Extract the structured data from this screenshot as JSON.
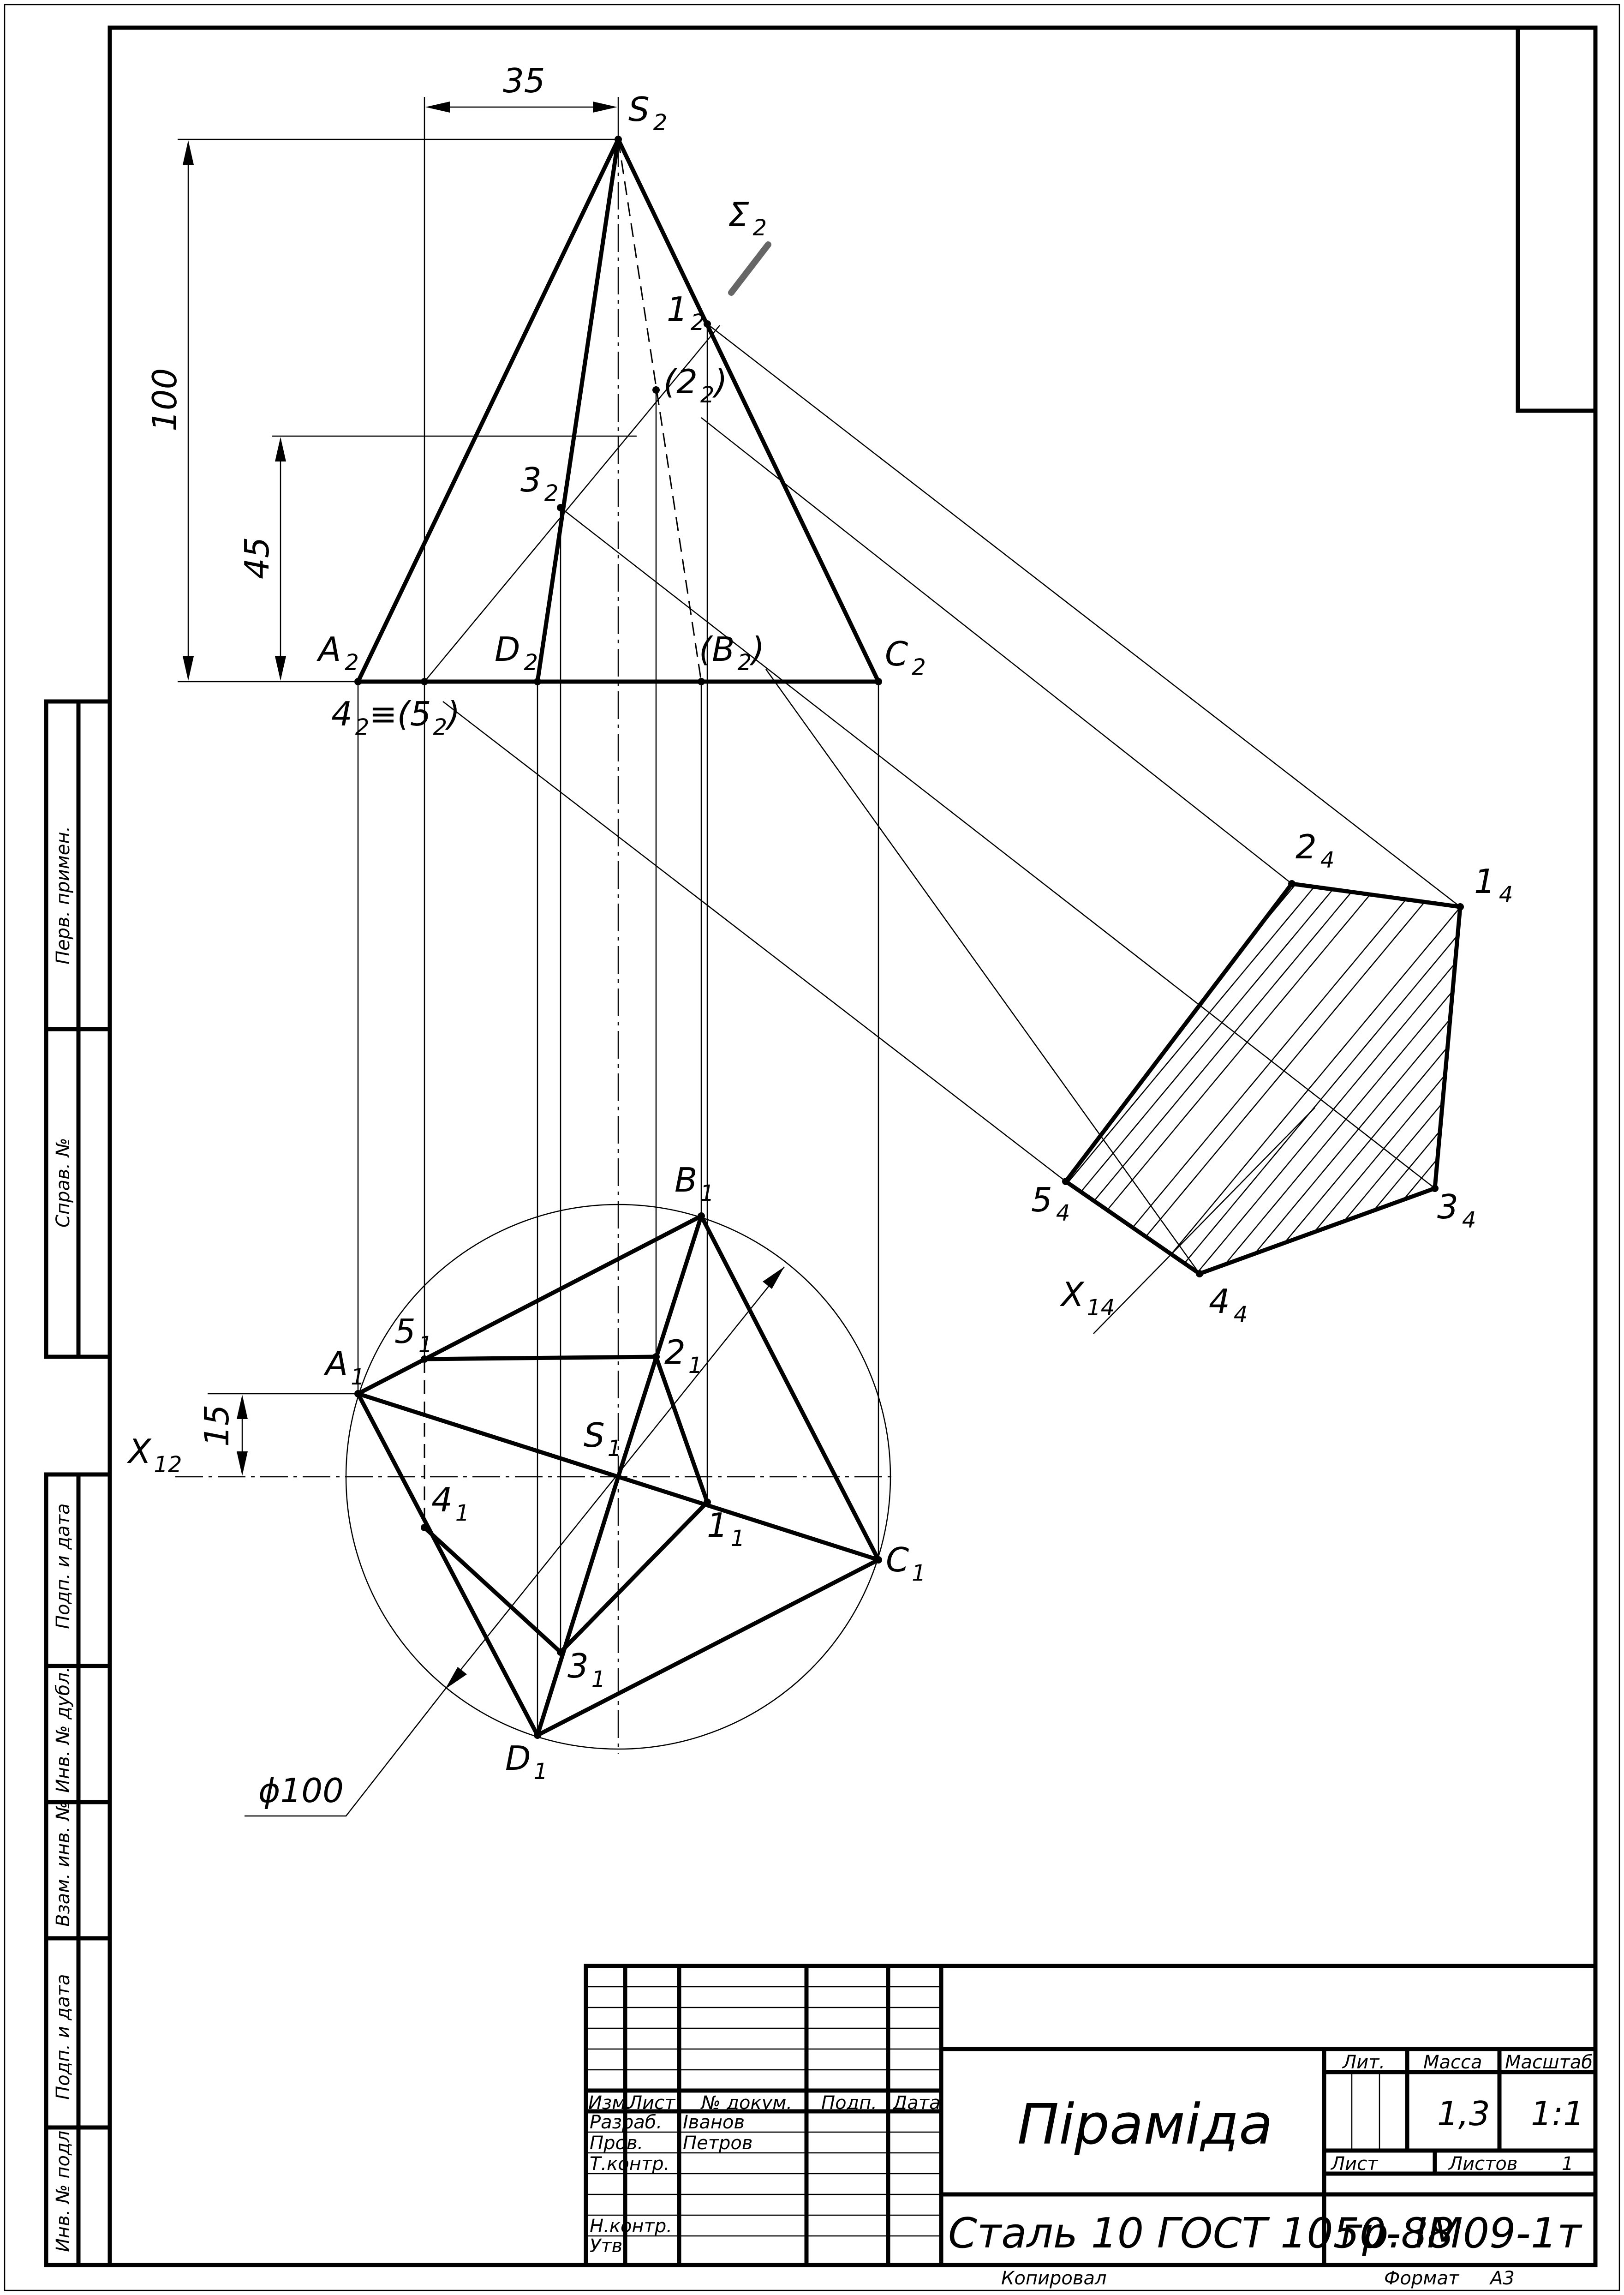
{
  "title_block": {
    "title": "Піраміда",
    "material": "Сталь 10  ГОСТ 1050-88",
    "group": "гр. ІМ09-1т",
    "headers": {
      "izm": "Изм.",
      "list": "Лист",
      "doc": "№ докум.",
      "sign": "Подп.",
      "date": "Дата"
    },
    "roles": {
      "developed": "Разраб.",
      "checked": "Пров.",
      "tech_control": "Т.контр.",
      "norm_control": "Н.контр.",
      "approved": "Утв."
    },
    "names": {
      "developed": "Іванов",
      "checked": "Петров"
    },
    "lit_label": "Лит.",
    "mass_label": "Масса",
    "scale_label": "Масштаб",
    "mass_value": "1,3",
    "scale_value": "1:1",
    "sheet_label": "Лист",
    "sheets_label": "Листов",
    "sheets_value": "1",
    "copied": "Копировал",
    "format_label": "Формат",
    "format_value": "А3"
  },
  "side_stamps": {
    "perv_primen": "Перв. примен.",
    "sprav": "Справ. №",
    "podp_data_1": "Подп. и дата",
    "inv_dubl": "Инв. № дубл.",
    "vzam_inv": "Взам. инв. №",
    "podp_data_2": "Подп. и дата",
    "inv_podl": "Инв. № подл."
  },
  "dimensions": {
    "offset_35": "35",
    "height_100": "100",
    "cut_45": "45",
    "axis_15": "15",
    "diameter": "ϕ100"
  },
  "labels": {
    "S": "S",
    "S_sub": "2",
    "sigma": "Σ",
    "sigma_sub": "2",
    "p1_2": "1",
    "p1_2_sub": "2",
    "p2_2": "(2",
    "p2_2_sub": "2",
    "p2_2_close": ")",
    "p3_2": "3",
    "p3_2_sub": "2",
    "A2": "A",
    "A2_sub": "2",
    "D2": "D",
    "D2_sub": "2",
    "B2": "(B",
    "B2_sub": "2",
    "B2_close": ")",
    "C2": "C",
    "C2_sub": "2",
    "p45_2": "4",
    "p45_2_sub": "2",
    "p45_2_mid": "≡(5",
    "p45_2_sub2": "2",
    "p45_2_close": ")",
    "B1": "B",
    "B1_sub": "1",
    "A1": "A",
    "A1_sub": "1",
    "p5_1": "5",
    "p5_1_sub": "1",
    "p2_1": "2",
    "p2_1_sub": "1",
    "S1": "S",
    "S1_sub": "1",
    "p4_1": "4",
    "p4_1_sub": "1",
    "p1_1": "1",
    "p1_1_sub": "1",
    "C1": "C",
    "C1_sub": "1",
    "p3_1": "3",
    "p3_1_sub": "1",
    "D1": "D",
    "D1_sub": "1",
    "X12": "X",
    "X12_sub": "12",
    "X14": "X",
    "X14_sub": "14",
    "p2_4": "2",
    "p2_4_sub": "4",
    "p1_4": "1",
    "p1_4_sub": "4",
    "p5_4": "5",
    "p5_4_sub": "4",
    "p3_4": "3",
    "p3_4_sub": "4",
    "p4_4": "4",
    "p4_4_sub": "4"
  }
}
